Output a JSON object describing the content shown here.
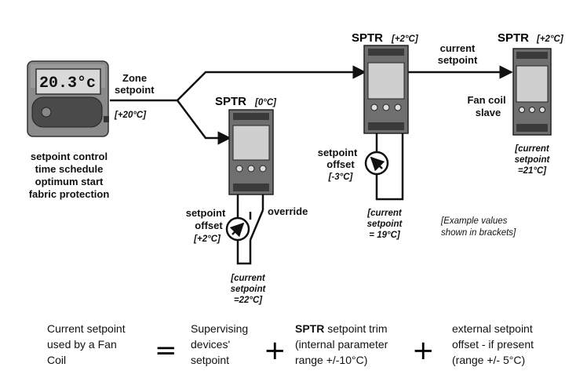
{
  "thermostat": {
    "display": "20.3°c",
    "functions": [
      "setpoint control",
      "time schedule",
      "optimum start",
      "fabric protection"
    ]
  },
  "zone": {
    "label_line1": "Zone",
    "label_line2": "setpoint",
    "value": "[+20°C]"
  },
  "sptr_left": {
    "title": "SPTR",
    "value": "[0°C]",
    "offset_label_1": "setpoint",
    "offset_label_2": "offset",
    "offset_value": "[+2°C]",
    "override_label": "override",
    "current_1": "[current",
    "current_2": "setpoint",
    "current_3": "=22°C]"
  },
  "sptr_mid": {
    "title": "SPTR",
    "value": "[+2°C]",
    "offset_label_1": "setpoint",
    "offset_label_2": "offset",
    "offset_value": "[-3°C]",
    "current_1": "[current",
    "current_2": "setpoint",
    "current_3": "= 19°C]"
  },
  "sptr_right": {
    "title": "SPTR",
    "value": "[+2°C]",
    "slave_1": "Fan coil",
    "slave_2": "slave",
    "current_1": "[current",
    "current_2": "setpoint",
    "current_3": "=21°C]"
  },
  "link": {
    "label_1": "current",
    "label_2": "setpoint"
  },
  "note": {
    "line1": "[Example values",
    "line2": "shown in brackets]"
  },
  "equation": {
    "term1": [
      "Current setpoint",
      "used by a Fan",
      "Coil"
    ],
    "equals": "=",
    "term2": [
      "Supervising",
      "devices'",
      "setpoint"
    ],
    "plus1": "+",
    "term3_bold": "SPTR",
    "term3": [
      " setpoint trim",
      "(internal parameter",
      "range +/-10°C)"
    ],
    "plus2": "+",
    "term4": [
      "external setpoint",
      "offset - if present",
      "(range +/- 5°C)"
    ]
  }
}
